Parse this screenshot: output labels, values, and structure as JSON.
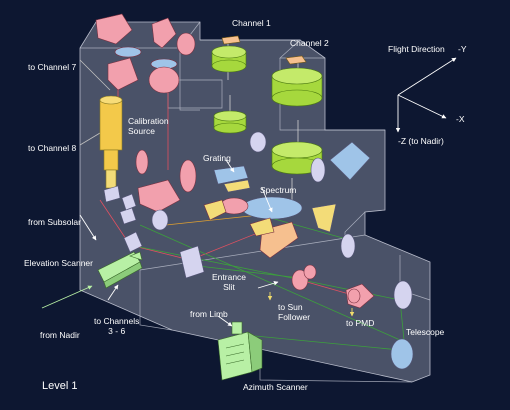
{
  "labels": {
    "channel1": "Channel 1",
    "channel2": "Channel 2",
    "to_channel7": "to Channel 7",
    "to_channel8": "to Channel 8",
    "calibration_source": "Calibration\nSource",
    "grating": "Grating",
    "spectrum": "Spectrum",
    "from_subsolar": "from Subsolar",
    "elevation_scanner": "Elevation Scanner",
    "entrance_slit": "Entrance\nSlit",
    "to_sun_follower": "to Sun\nFollower",
    "to_pmd": "to PMD",
    "from_nadir": "from Nadir",
    "to_channels_3_6": "to Channels\n3 - 6",
    "from_limb": "from Limb",
    "telescope": "Telescope",
    "azimuth_scanner": "Azimuth Scanner",
    "level": "Level 1"
  },
  "axes": {
    "flight_direction": "Flight Direction",
    "minus_y": "-Y",
    "minus_x": "-X",
    "minus_z": "-Z (to Nadir)"
  },
  "colors": {
    "background": "#0d1731",
    "housing": "#7d8496",
    "pink": "#f2a0ad",
    "green": "#a6d83d",
    "blue": "#9fc4e8",
    "yellow": "#f3dc78",
    "orange": "#f6c08f",
    "lavender": "#d5d4ef",
    "light_green": "#b8f0a5"
  }
}
